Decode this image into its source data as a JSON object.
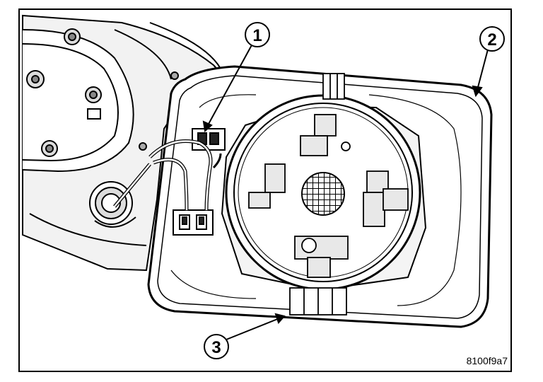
{
  "callouts": {
    "c1": "1",
    "c2": "2",
    "c3": "3"
  },
  "figure_code": "8100f9a7",
  "colors": {
    "ink": "#000000",
    "paper": "#ffffff",
    "shade": "#e6e6e6",
    "mid": "#c8c8c8"
  }
}
